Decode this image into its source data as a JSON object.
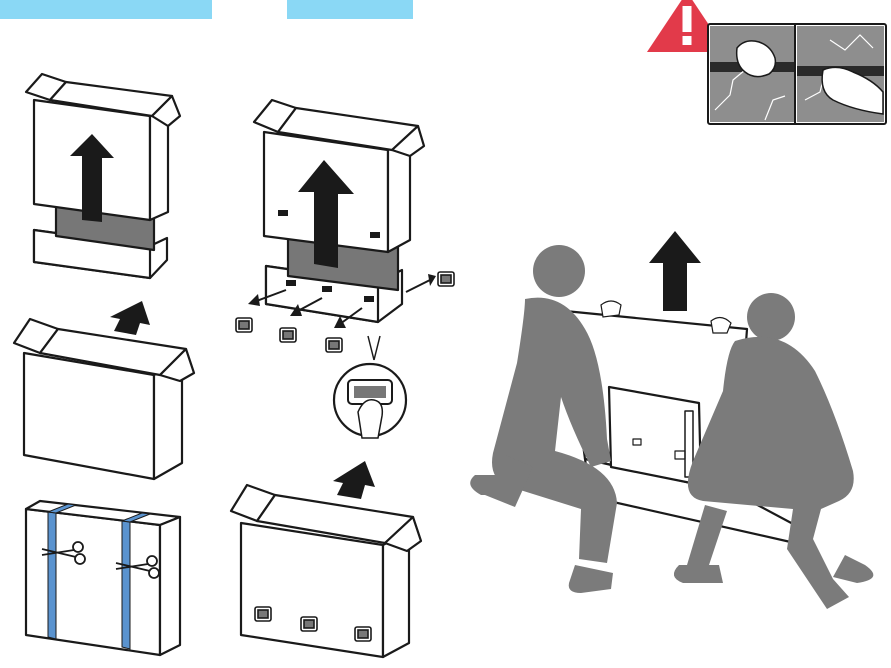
{
  "header": {
    "tab_color": "#8ad8f5",
    "tabs": [
      "tab-1",
      "tab-2"
    ]
  },
  "warning": {
    "icon": "warning-triangle-icon",
    "color": "#e23a4a",
    "symbol": "!"
  },
  "colors": {
    "ink": "#1a1a1a",
    "box_fill": "#ffffff",
    "box_gray": "#777777",
    "strap_blue": "#5a93cf",
    "person_gray": "#7b7b7b",
    "panel_gray": "#8e8e8e"
  },
  "steps": [
    {
      "id": "unstrap",
      "icons": [
        "box-icon",
        "strap-icon",
        "scissors-icon"
      ]
    },
    {
      "id": "open-top",
      "icons": [
        "box-icon",
        "arrow-up-icon"
      ]
    },
    {
      "id": "lift-sleeve",
      "icons": [
        "box-icon",
        "arrow-up-icon"
      ]
    },
    {
      "id": "remove-clips",
      "icons": [
        "box-icon",
        "clip-icon",
        "arrow-up-icon"
      ]
    },
    {
      "id": "lift-sleeve-clips",
      "icons": [
        "box-icon",
        "arrow-up-icon",
        "clip-icon",
        "magnifier-icon"
      ]
    },
    {
      "id": "two-person-lift",
      "icons": [
        "person-icon",
        "tv-panel-icon",
        "arrow-up-icon"
      ]
    }
  ]
}
